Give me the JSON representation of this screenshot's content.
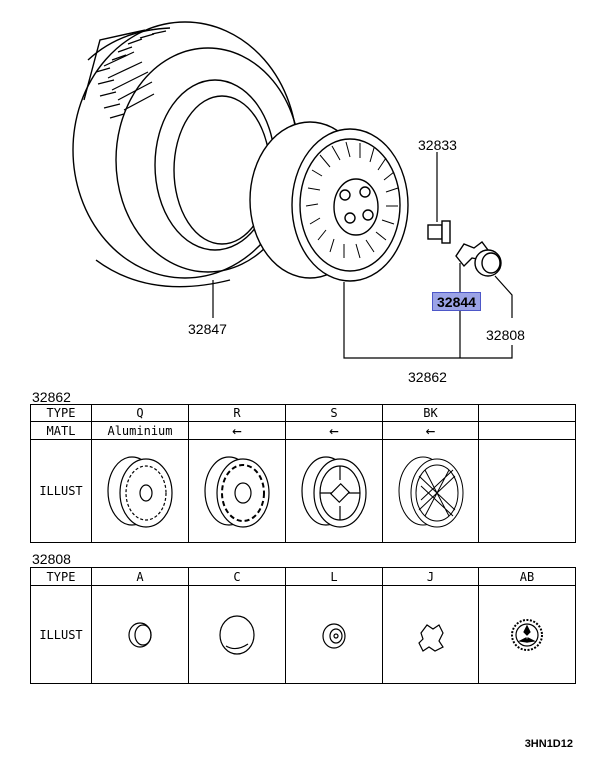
{
  "diagram": {
    "labels": {
      "p32833": "32833",
      "p32844": "32844",
      "p32808": "32808",
      "p32847": "32847",
      "p32862": "32862"
    },
    "highlight_color": "#9ba3e6"
  },
  "table1": {
    "caption": "32862",
    "type_label": "TYPE",
    "matl_label": "MATL",
    "illust_label": "ILLUST",
    "types": [
      "Q",
      "R",
      "S",
      "BK",
      ""
    ],
    "matl": [
      "Aluminium",
      "←",
      "←",
      "←",
      ""
    ]
  },
  "table2": {
    "caption": "32808",
    "type_label": "TYPE",
    "illust_label": "ILLUST",
    "types": [
      "A",
      "C",
      "L",
      "J",
      "AB"
    ]
  },
  "footer": {
    "code": "3HN1D12"
  }
}
